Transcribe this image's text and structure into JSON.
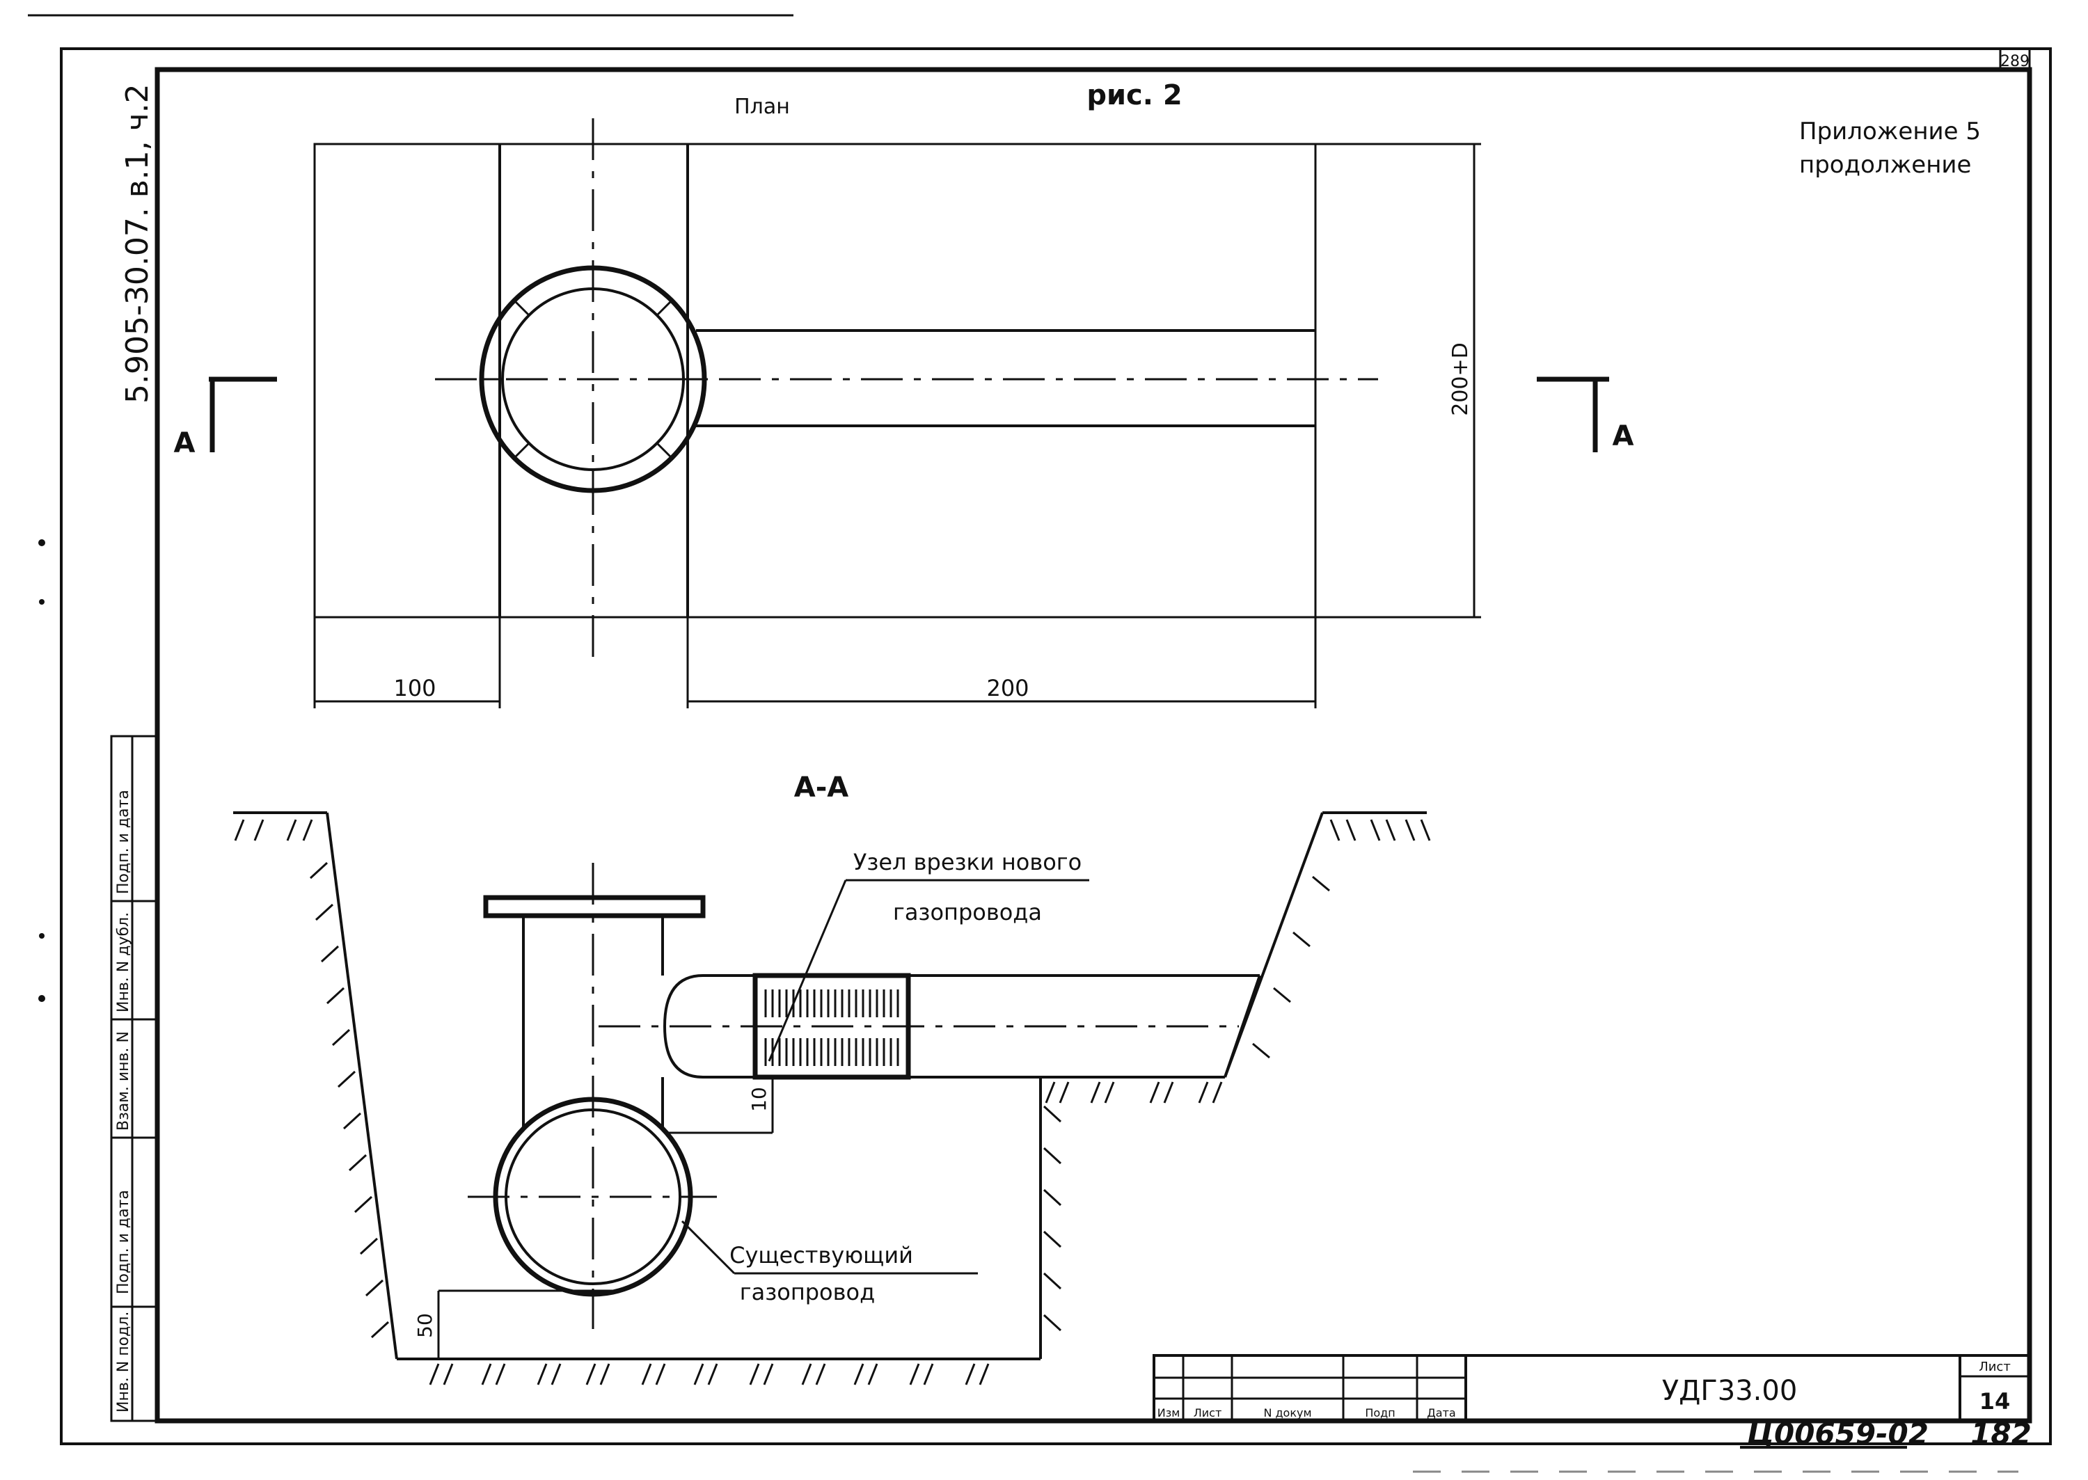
{
  "sheet_number": "289",
  "doc_side_code": "5.905-30.07. в.1, ч.2",
  "figure_label": "рис. 2",
  "plan_label": "План",
  "appendix_line1": "Приложение 5",
  "appendix_line2": "продолжение",
  "section_marker": "А",
  "dim_100": "100",
  "dim_200": "200",
  "dim_200d": "200+D",
  "section_title": "А-А",
  "callout_new_1": "Узел врезки нового",
  "callout_new_2": "газопровода",
  "callout_exist_1": "Существующий",
  "callout_exist_2": "газопровод",
  "dim_10": "10",
  "dim_50": "50",
  "side_stamp": [
    "Инв. N подл.",
    "Подп. и дата",
    "Взам. инв. N",
    "Инв. N дубл.",
    "Подп. и дата"
  ],
  "title_block": {
    "col_headers": [
      "Изм",
      "Лист",
      "N докум",
      "Подп",
      "Дата"
    ],
    "code": "УДГ33.00",
    "sheet_label": "Лист",
    "sheet_value": "14"
  },
  "handwritten_code": "Ц00659-02",
  "handwritten_page": "182"
}
